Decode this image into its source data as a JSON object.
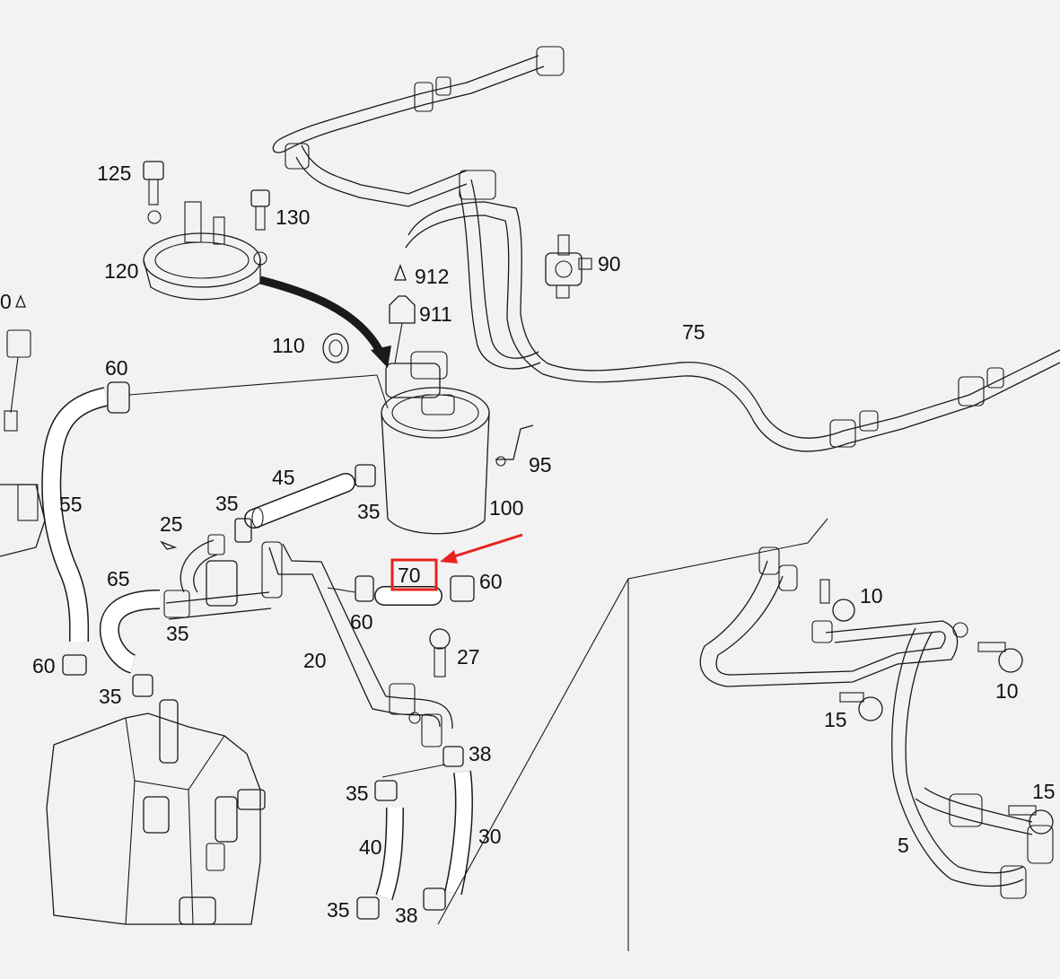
{
  "colors": {
    "background": "#f2f2f2",
    "line": "#1a1a1a",
    "highlight": "#e8231f"
  },
  "highlighted_part": "70",
  "labels": {
    "p125": "125",
    "p130": "130",
    "p120": "120",
    "p912": "912",
    "p911": "911",
    "p110": "110",
    "p90": "90",
    "p75": "75",
    "p60a": "60",
    "p95": "95",
    "p45": "45",
    "p35a": "35",
    "p100": "100",
    "p55": "55",
    "p35b": "35",
    "p25": "25",
    "p70": "70",
    "p60b": "60",
    "p65": "65",
    "p35c": "35",
    "p60c": "60",
    "p10a": "10",
    "p27": "27",
    "p20": "20",
    "p60d": "60",
    "p35d": "35",
    "p10b": "10",
    "p15a": "15",
    "p38a": "38",
    "p35e": "35",
    "p40": "40",
    "p30": "30",
    "p15b": "15",
    "p5": "5",
    "p35f": "35",
    "p38b": "38",
    "p0": "0"
  }
}
